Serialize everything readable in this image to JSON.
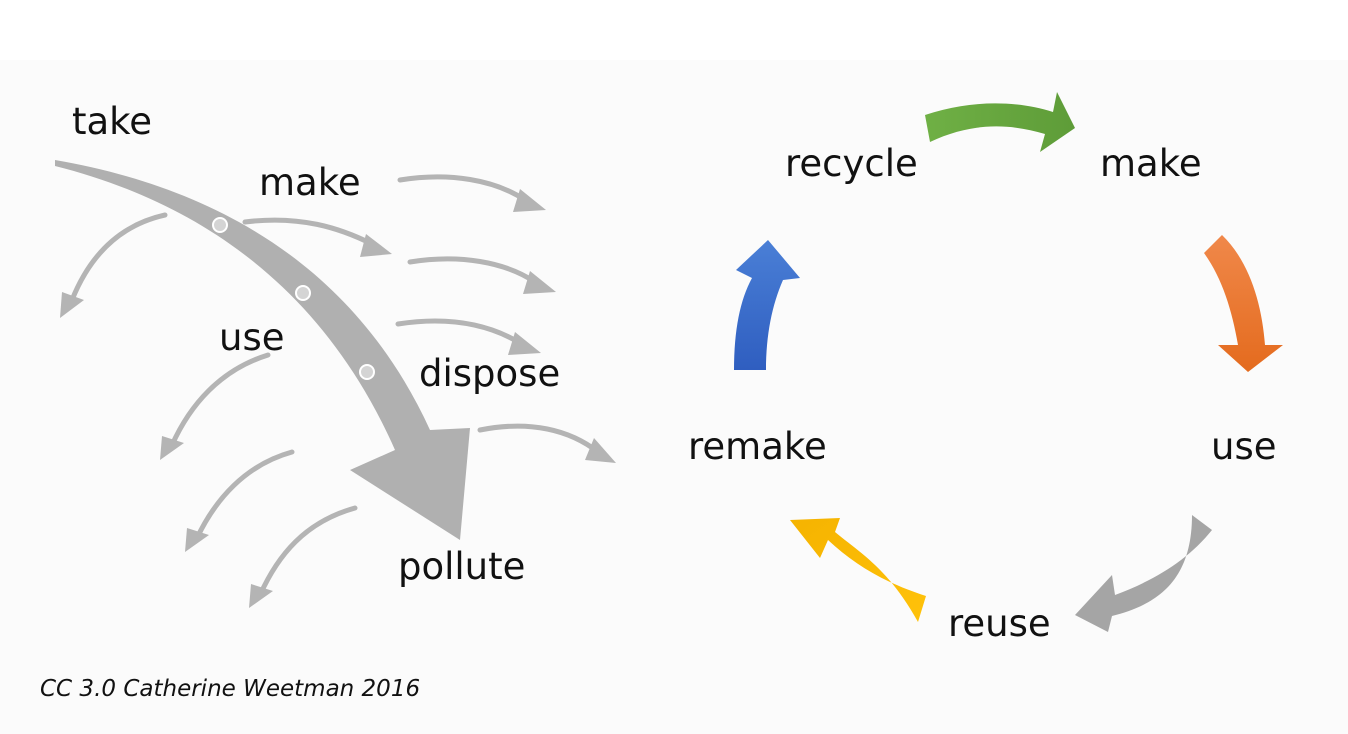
{
  "linear": {
    "take": "take",
    "make": "make",
    "use": "use",
    "dispose": "dispose",
    "pollute": "pollute"
  },
  "circular": {
    "recycle": "recycle",
    "make": "make",
    "use": "use",
    "reuse": "reuse",
    "remake": "remake"
  },
  "colors": {
    "gray_arrow": "#a6a6a6",
    "green": "#70ad47",
    "orange": "#ed7d31",
    "gray_cycle": "#a5a5a5",
    "yellow": "#ffc000",
    "blue": "#4472c4"
  },
  "credit": "CC 3.0 Catherine Weetman 2016"
}
